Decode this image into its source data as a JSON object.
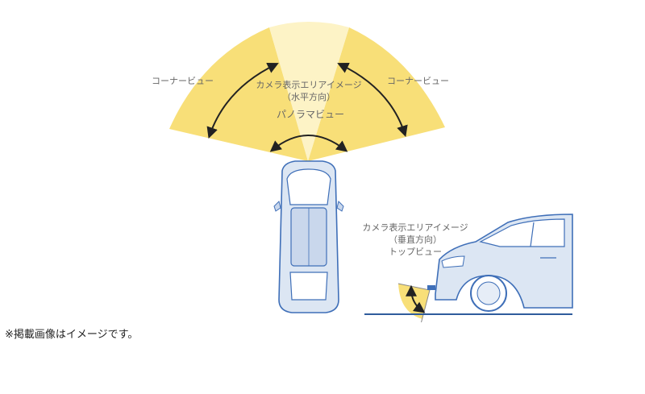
{
  "top_view": {
    "corner_view_left": "コーナービュー",
    "corner_view_right": "コーナービュー",
    "camera_area_line1": "カメラ表示エリアイメージ",
    "camera_area_line2": "（水平方向）",
    "panorama_view": "パノラマビュー"
  },
  "side_view": {
    "camera_area_line1": "カメラ表示エリアイメージ",
    "camera_area_line2": "（垂直方向）",
    "top_view_label": "トップビュー"
  },
  "footnote": "※掲載画像はイメージです。",
  "colors": {
    "corner_fan": "#f8df78",
    "center_fan": "#fdf3c6",
    "car_body": "#dce6f3",
    "car_outline": "#3f6fb8",
    "ground_line": "#2f5c9c",
    "arrow": "#222222"
  }
}
